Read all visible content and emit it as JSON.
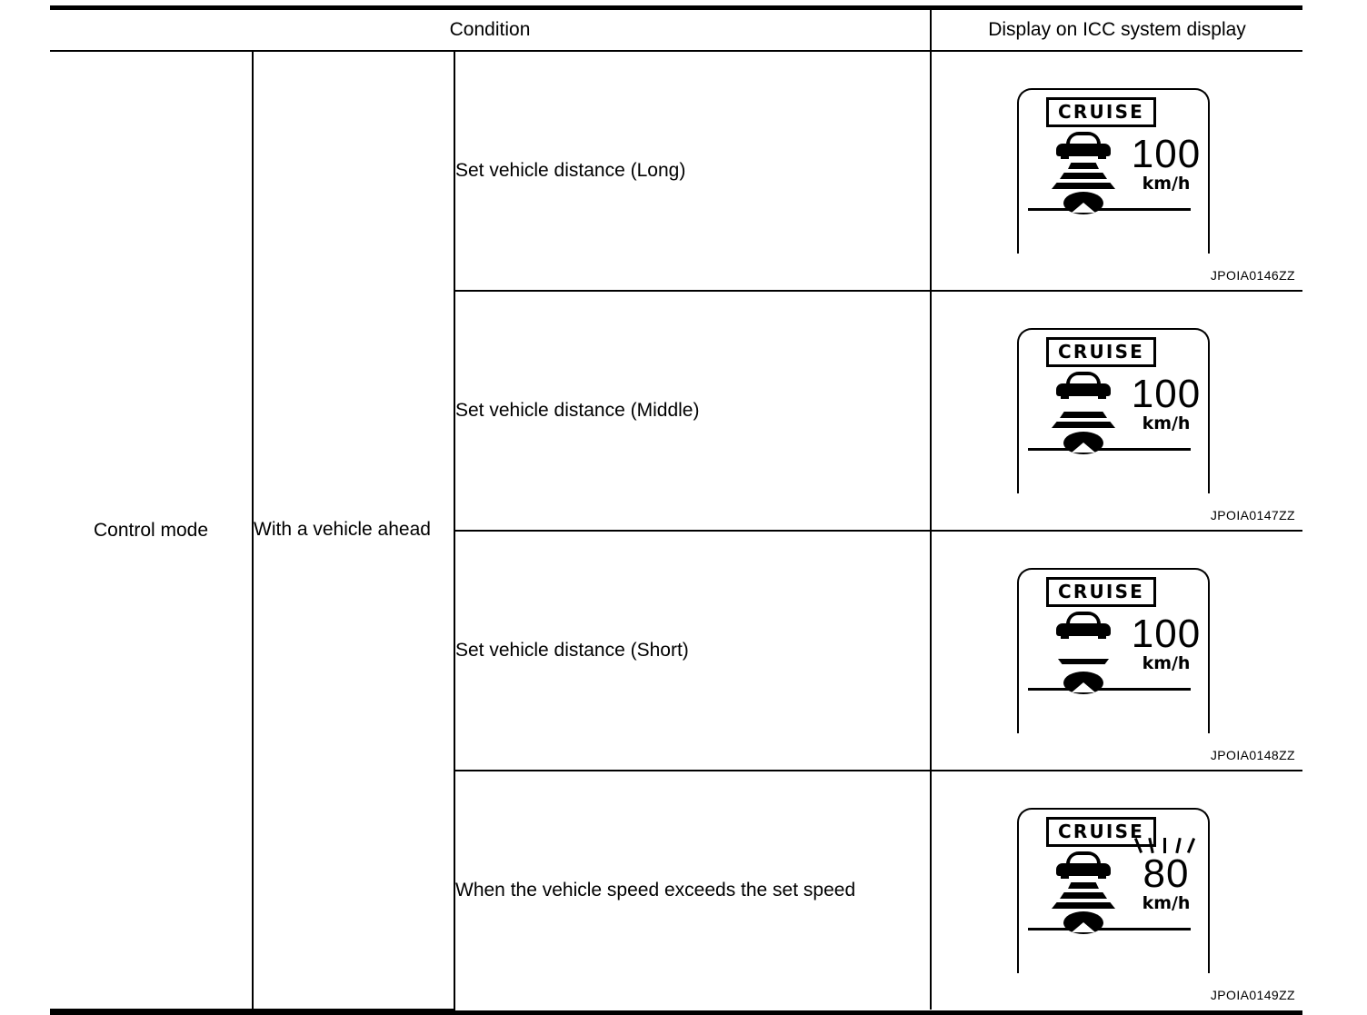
{
  "table": {
    "headers": {
      "condition": "Condition",
      "display": "Display on ICC system display"
    },
    "group_label": "Control mode",
    "subgroup_label": "With a vehicle ahead",
    "rows": [
      {
        "condition": "Set vehicle distance (Long)",
        "caption": "JPOIA0146ZZ",
        "display": {
          "badge": "CRUISE",
          "speed": "100",
          "unit": "km/h",
          "distance_bars": 3,
          "flashing": false
        }
      },
      {
        "condition": "Set vehicle distance (Middle)",
        "caption": "JPOIA0147ZZ",
        "display": {
          "badge": "CRUISE",
          "speed": "100",
          "unit": "km/h",
          "distance_bars": 2,
          "flashing": false
        }
      },
      {
        "condition": "Set vehicle distance (Short)",
        "caption": "JPOIA0148ZZ",
        "display": {
          "badge": "CRUISE",
          "speed": "100",
          "unit": "km/h",
          "distance_bars": 1,
          "flashing": false
        }
      },
      {
        "condition": "When the vehicle speed exceeds the set speed",
        "caption": "JPOIA0149ZZ",
        "display": {
          "badge": "CRUISE",
          "speed": "80",
          "unit": "km/h",
          "distance_bars": 3,
          "flashing": true
        }
      }
    ]
  },
  "colors": {
    "ink": "#000000",
    "paper": "#ffffff"
  }
}
